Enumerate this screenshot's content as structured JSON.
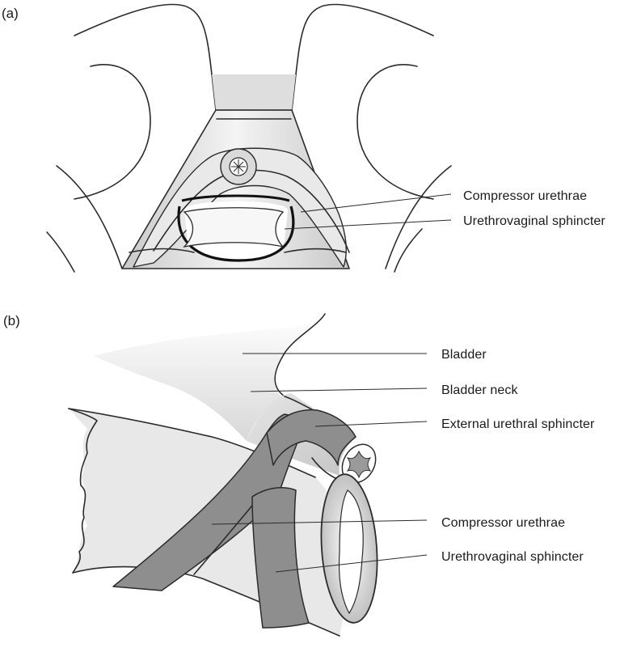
{
  "panels": [
    {
      "tag": "(a)",
      "labels": [
        "Compressor urethrae",
        "Urethrovaginal sphincter"
      ]
    },
    {
      "tag": "(b)",
      "labels": [
        "Bladder",
        "Bladder neck",
        "External urethral sphincter",
        "Compressor urethrae",
        "Urethrovaginal sphincter"
      ]
    }
  ],
  "colors": {
    "line": "#2b2b2b",
    "muscle_band": "#8e8e8e",
    "tissue_light": "#f2f2f2",
    "tissue_mid": "#dcdcdc",
    "tissue_dark": "#b9b9b9"
  }
}
